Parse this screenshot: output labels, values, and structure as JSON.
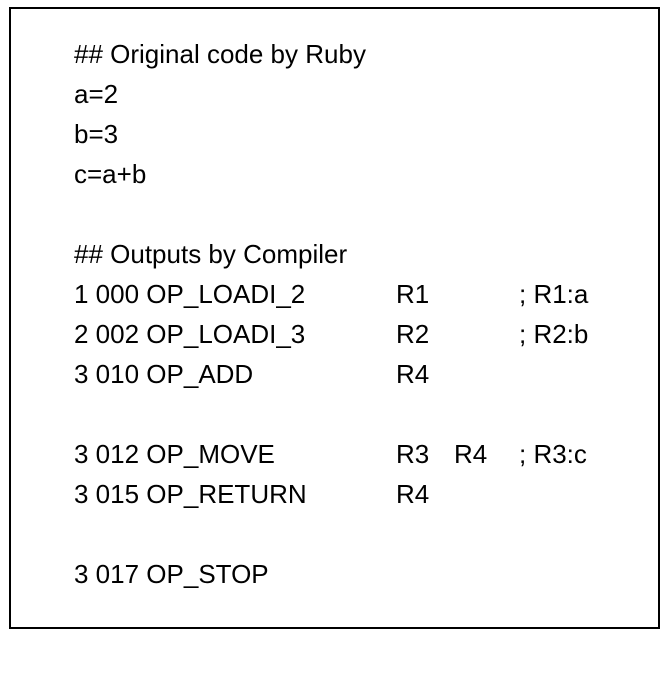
{
  "source": {
    "heading": "## Original code by Ruby",
    "lines": [
      "a=2",
      "b=3",
      "c=a+b"
    ]
  },
  "output": {
    "heading": "## Outputs by Compiler",
    "rows": [
      {
        "instr": "1 000 OP_LOADI_2",
        "reg1": "R1",
        "reg2": "",
        "comment": "; R1:a"
      },
      {
        "instr": "2 002 OP_LOADI_3",
        "reg1": "R2",
        "reg2": "",
        "comment": "; R2:b"
      },
      {
        "instr": "3 010 OP_ADD",
        "reg1": "R4",
        "reg2": "",
        "comment": ""
      },
      {
        "instr": "3 012 OP_MOVE",
        "reg1": "R3",
        "reg2": "R4",
        "comment": "; R3:c"
      },
      {
        "instr": "3 015 OP_RETURN",
        "reg1": "R4",
        "reg2": "",
        "comment": ""
      },
      {
        "instr": "3 017 OP_STOP",
        "reg1": "",
        "reg2": "",
        "comment": ""
      }
    ]
  }
}
